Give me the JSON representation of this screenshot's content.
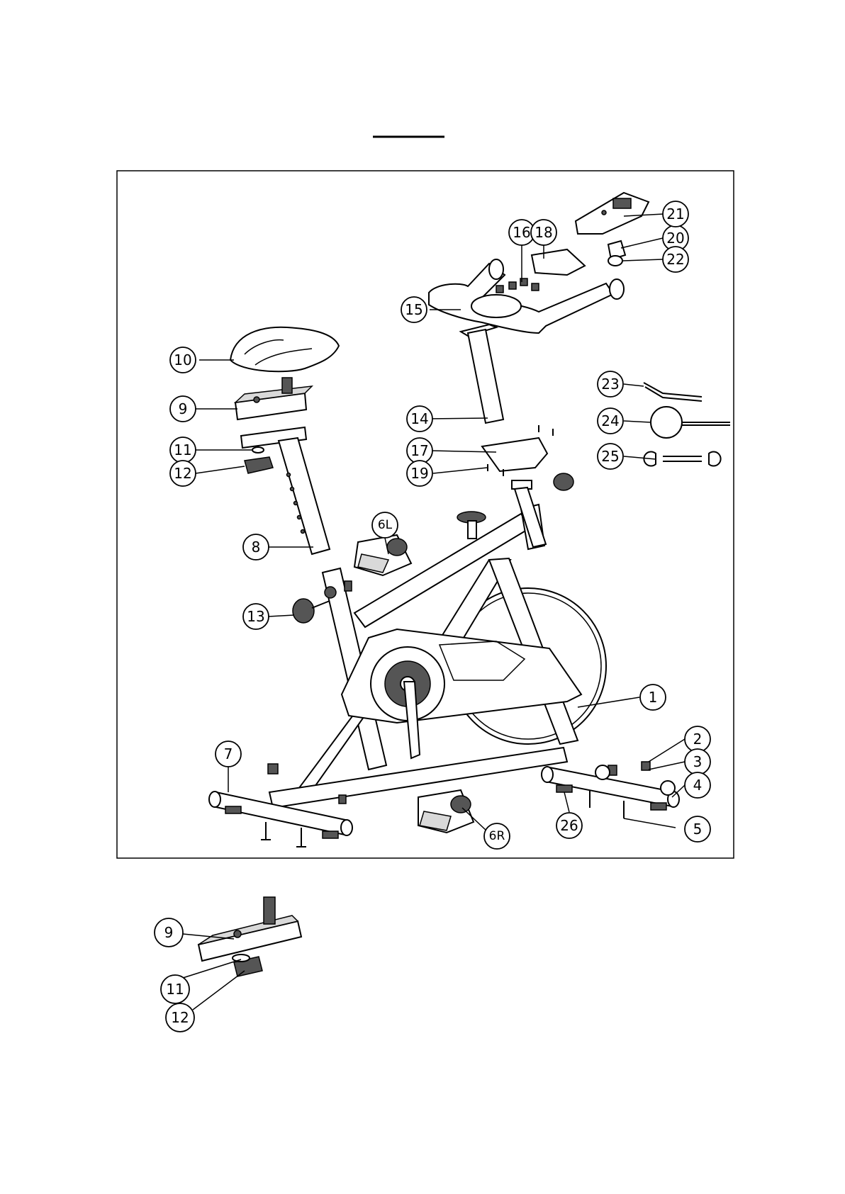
{
  "callouts": {
    "c1": "1",
    "c2": "2",
    "c3": "3",
    "c4": "4",
    "c5": "5",
    "c6L": "6L",
    "c6R": "6R",
    "c7": "7",
    "c8": "8",
    "c9": "9",
    "c10": "10",
    "c11": "11",
    "c12": "12",
    "c13": "13",
    "c14": "14",
    "c15": "15",
    "c16": "16",
    "c17": "17",
    "c18": "18",
    "c19": "19",
    "c20": "20",
    "c21": "21",
    "c22": "22",
    "c23": "23",
    "c24": "24",
    "c25": "25",
    "c26": "26",
    "d9": "9",
    "d11": "11",
    "d12": "12"
  }
}
